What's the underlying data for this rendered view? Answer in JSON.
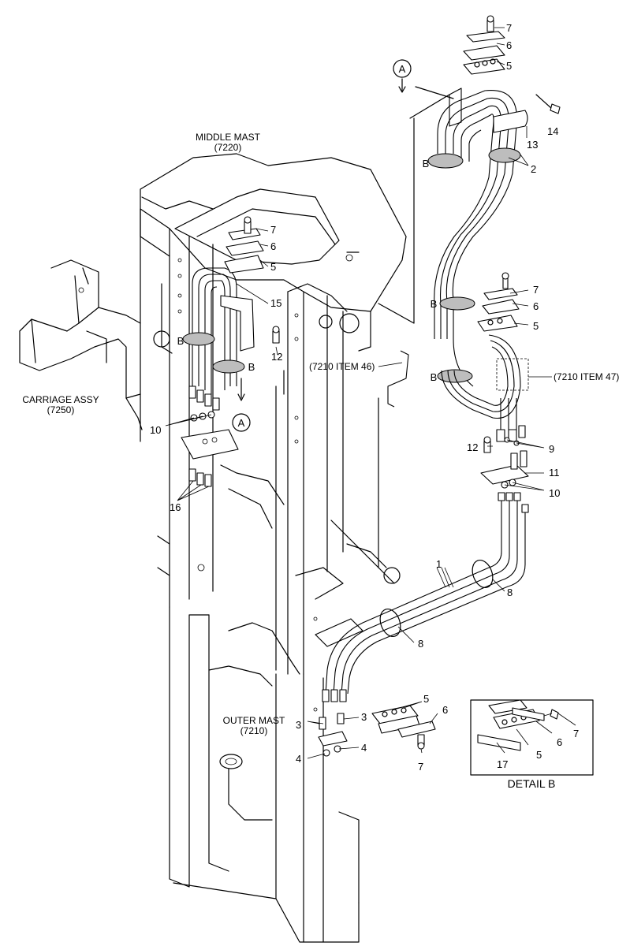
{
  "assemblies": {
    "middle_mast": {
      "name": "MIDDLE MAST",
      "code": "(7220)"
    },
    "carriage": {
      "name": "CARRIAGE ASSY",
      "code": "(7250)"
    },
    "outer_mast": {
      "name": "OUTER MAST",
      "code": "(7210)"
    },
    "ref_46": "(7210 ITEM 46)",
    "ref_47": "(7210 ITEM 47)"
  },
  "detail": {
    "title": "DETAIL B"
  },
  "markers": {
    "view_a": "A",
    "section_b": "B"
  },
  "callouts": {
    "n1": "1",
    "n2": "2",
    "n3": "3",
    "n4": "4",
    "n5": "5",
    "n6": "6",
    "n7": "7",
    "n8": "8",
    "n9": "9",
    "n10": "10",
    "n11": "11",
    "n12": "12",
    "n13": "13",
    "n14": "14",
    "n15": "15",
    "n16": "16",
    "n17": "17"
  }
}
